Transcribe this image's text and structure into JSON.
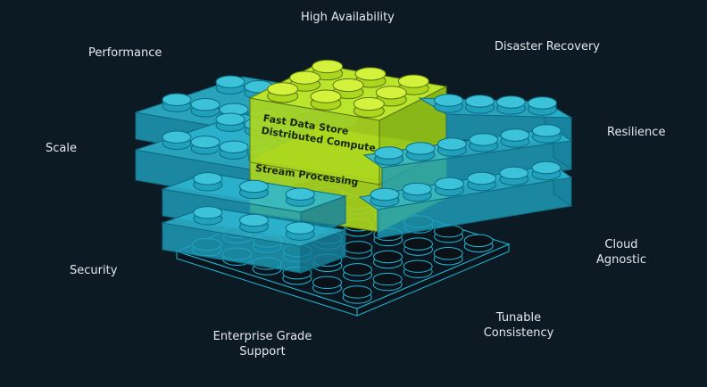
{
  "labels": {
    "high_availability": "High Availability",
    "performance": "Performance",
    "disaster_recovery": "Disaster Recovery",
    "scale": "Scale",
    "resilience": "Resilience",
    "security": "Security",
    "cloud_agnostic_1": "Cloud",
    "cloud_agnostic_2": "Agnostic",
    "tunable_1": "Tunable",
    "tunable_2": "Consistency",
    "support_1": "Enterprise Grade",
    "support_2": "Support"
  },
  "blocks": {
    "top_line1": "Fast Data Store",
    "top_line2": "Distributed Compute",
    "bottom": "Stream Processing"
  },
  "colors": {
    "background": "#0c1a24",
    "accent_green": "#b8e62a",
    "brick_cyan": "#23a9c4",
    "plate_outline": "#1fb7d6"
  }
}
